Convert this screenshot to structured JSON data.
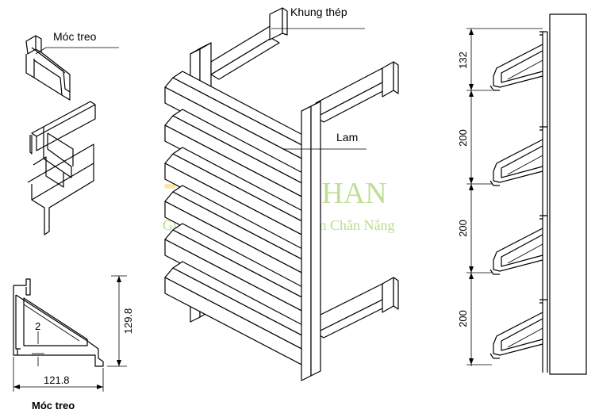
{
  "labels": {
    "hanger_top": "Móc treo",
    "steel_frame": "Khung thép",
    "louver": "Lam",
    "hanger_caption": "Móc treo"
  },
  "dimensions": {
    "plate_thickness": "2",
    "hanger_height": "129.8",
    "hanger_width": "121.8",
    "spacing_top": "132",
    "spacing_2": "200",
    "spacing_3": "200",
    "spacing_4": "200"
  },
  "watermark": {
    "brand": "VIET HAN",
    "tagline": "Giải Pháp Trần Nhôm - Lam Chắn Nắng",
    "color": "#8cc63f",
    "sun_color": "#f7c948"
  }
}
